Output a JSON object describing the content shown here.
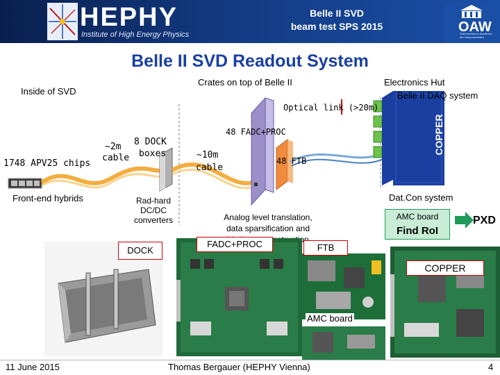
{
  "header": {
    "logo": "HEPHY",
    "logo_subtitle": "Institute of High Energy Physics",
    "title_line1": "Belle II SVD",
    "title_line2": "beam test SPS 2015",
    "oaw_logo": "OAW",
    "oaw_subtitle": "Österreichische Akademie der Wissenschaften"
  },
  "slide": {
    "title": "Belle II SVD Readout System"
  },
  "diagram": {
    "inside_svd": "Inside of SVD",
    "crates_on_top": "Crates on top of Belle II",
    "electronics_hut": "Electronics Hut",
    "belle_daq": "Belle II DAQ system",
    "optical_link": "Optical link (>20m)",
    "copper": "COPPER",
    "fadc_proc_48": "48 FADC+PROC",
    "dock_8": "8 DOCK",
    "boxes": "boxes",
    "cable_2m_line1": "~2m",
    "cable_2m_line2": "cable",
    "apv25": "1748 APV25 chips",
    "cable_10m_line1": "~10m",
    "cable_10m_line2": "cable",
    "ftb_48": "48 FTB",
    "frontend_hybrids": "Front-end hybrids",
    "radhard_line1": "Rad-hard",
    "radhard_line2": "DC/DC",
    "radhard_line3": "converters",
    "analog_line1": "Analog level translation,",
    "analog_line2": "data sparsification and",
    "analog_line3": "hit time reconstruction",
    "datcon_system": "Dat.Con system",
    "amc_board_box": "AMC board",
    "find_roi": "Find RoI",
    "pxd": "PXD"
  },
  "photos": {
    "dock": "DOCK",
    "fadc_proc": "FADC+PROC",
    "ftb": "FTB",
    "copper": "COPPER",
    "amc_board": "AMC board"
  },
  "footer": {
    "date": "11 June 2015",
    "author": "Thomas Bergauer (HEPHY Vienna)",
    "page": "4"
  },
  "colors": {
    "header_bg": "#123a82",
    "title_blue": "#1a3fa0",
    "cable_orange": "#f0a020",
    "crate_purple": "#9b8ec9",
    "ftb_orange": "#f08a3c",
    "copper_green": "#6cc24a",
    "copper_blue": "#1a3fa0",
    "amc_green": "#1f9a5a"
  }
}
